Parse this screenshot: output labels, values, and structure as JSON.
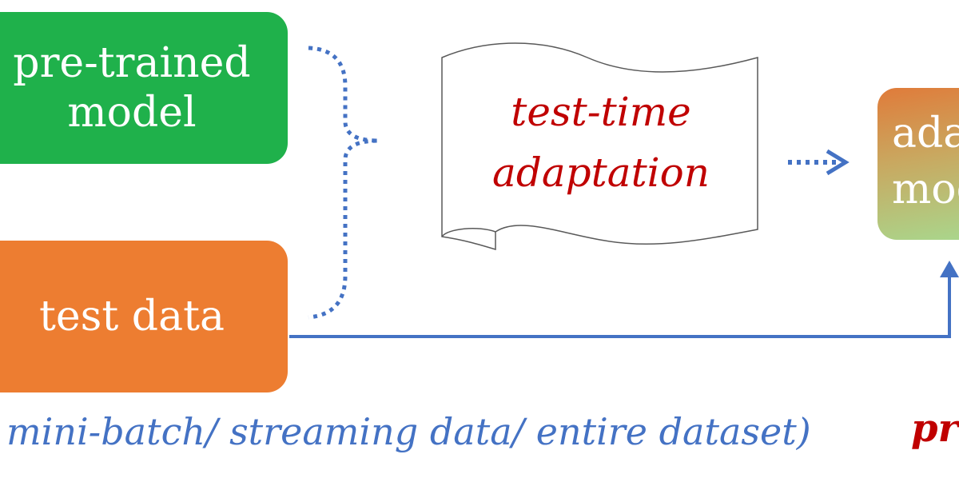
{
  "boxes": {
    "model_label": "pre-trained model",
    "data_label": "test data",
    "adapted_label": "adapted\nmodel"
  },
  "process": {
    "label": "test-time adaptation"
  },
  "caption": "mini-batch/ streaming data/ entire dataset)",
  "output_label": "pr",
  "colors": {
    "model_box": "#1fb14b",
    "data_box": "#ed7d31",
    "arrows": "#4472c4",
    "process_text": "#c00000",
    "caption_text": "#4472c4"
  }
}
